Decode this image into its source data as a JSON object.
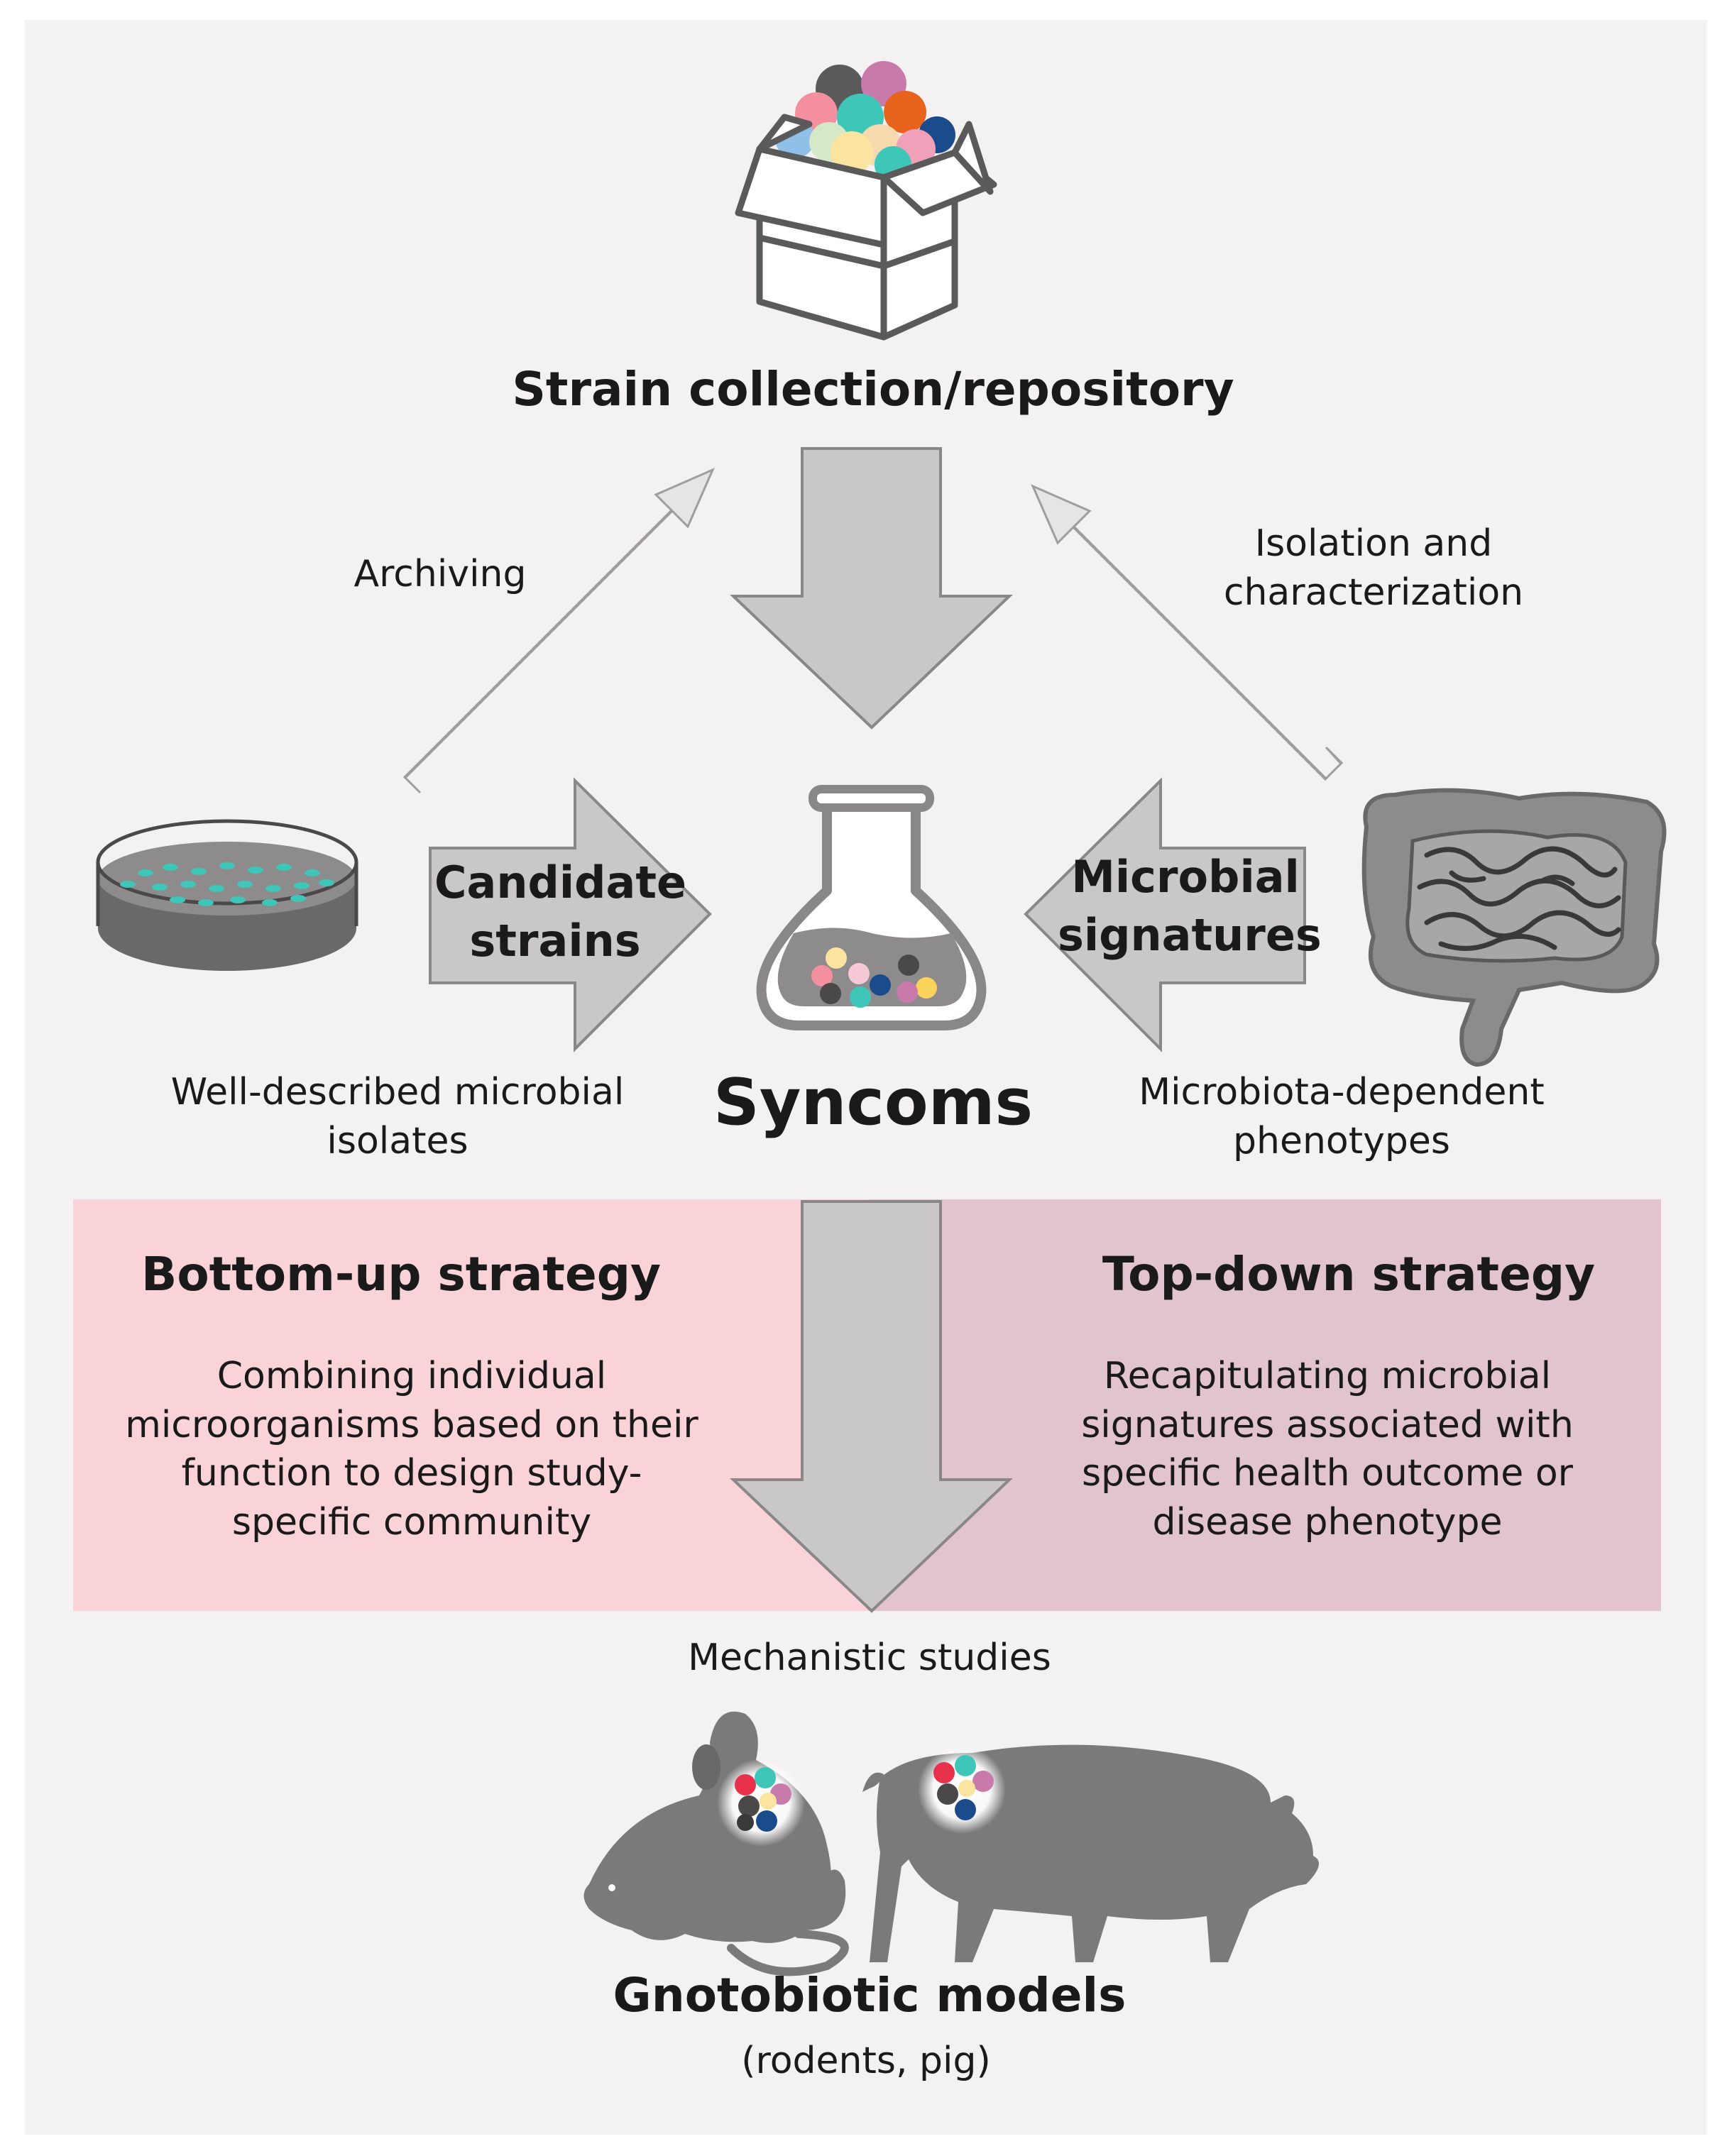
{
  "colors": {
    "panel_bg": "#f4f1f2",
    "bottom_up_bg": "#f9d3d8",
    "top_down_bg": "#e2c3d0",
    "arrow_fill": "#c9c7c8",
    "arrow_stroke": "#8a8788",
    "silhouette": "#7b797a",
    "teal": "#3ec6b8"
  },
  "icons": {
    "box": "strain-box-icon",
    "dish": "petri-dish-icon",
    "flask": "flask-icon",
    "intestine": "intestine-icon",
    "mouse": "mouse-icon",
    "pig": "pig-icon"
  },
  "labels": {
    "strain_collection": "Strain collection/repository",
    "archiving": "Archiving",
    "isolation": "Isolation and characterization",
    "candidate_strains": "Candidate strains",
    "microbial_signatures": "Microbial signatures",
    "well_described": "Well-described microbial isolates",
    "syncoms": "Syncoms",
    "microbiota_dependent": "Microbiota-dependent phenotypes",
    "mechanistic": "Mechanistic studies",
    "gnotobiotic": "Gnotobiotic models",
    "gnotobiotic_sub": "(rodents, pig)"
  },
  "strategies": {
    "bottom_up": {
      "title": "Bottom-up strategy",
      "description": "Combining individual microorganisms based on their function to design study-specific community"
    },
    "top_down": {
      "title": "Top-down strategy",
      "description": "Recapitulating microbial signatures associated with specific health outcome or disease phenotype"
    }
  }
}
